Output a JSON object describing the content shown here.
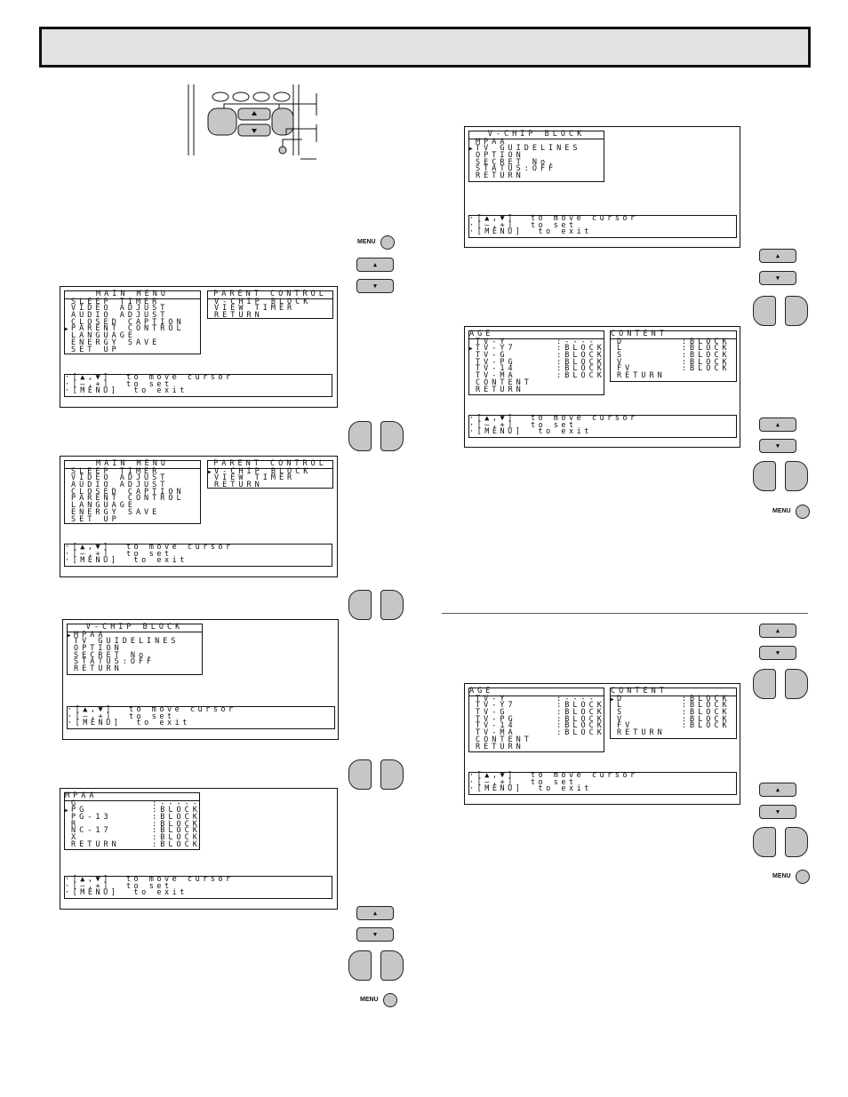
{
  "help": {
    "l1": "·[▲,▼]  to move cursor",
    "l2": "·[–,+]  to set",
    "l3": "·[MENU]  to exit"
  },
  "main_menu": {
    "title": "MAIN MENU",
    "items": [
      "SLEEP TIMER",
      "VIDEO ADJUST",
      "AUDIO ADJUST",
      "CLOSED CAPTION",
      "PARENT CONTROL",
      "LANGUAGE",
      "ENERGY SAVE",
      "SET UP"
    ]
  },
  "parent_control": {
    "title": "PARENT CONTROL",
    "items_a": [
      "V-CHIP BLOCK",
      "VIEW TIMER",
      "RETURN"
    ],
    "items_b": [
      "V-CHIP BLOCK",
      "VIEW TIMER",
      "RETURN"
    ]
  },
  "vchip": {
    "title": "V-CHIP BLOCK",
    "items": [
      "MPAA",
      "TV GUIDELINES",
      "OPTION",
      "SECRET No.",
      "STATUS:OFF",
      "RETURN"
    ]
  },
  "mpaa": {
    "title": "MPAA",
    "items": [
      "G         :-----",
      "PG        :BLOCK",
      "PG-13     :BLOCK",
      "R         :BLOCK",
      "NC-17     :BLOCK",
      "X         :BLOCK",
      "RETURN    :BLOCK"
    ]
  },
  "age": {
    "title": "AGE",
    "items": [
      "TV-Y      :----",
      "TV-Y7     :BLOCK",
      "TV-G      :BLOCK",
      "TV-PG     :BLOCK",
      "TV-14     :BLOCK",
      "TV-MA     :BLOCK",
      "CONTENT",
      "RETURN"
    ]
  },
  "content": {
    "title": "CONTENT",
    "items": [
      "D       :BLOCK",
      "L       :BLOCK",
      "S       :BLOCK",
      "V       :BLOCK",
      "FV      :BLOCK",
      "RETURN"
    ]
  },
  "buttons": {
    "menu": "MENU",
    "up": "▲",
    "down": "▼"
  }
}
